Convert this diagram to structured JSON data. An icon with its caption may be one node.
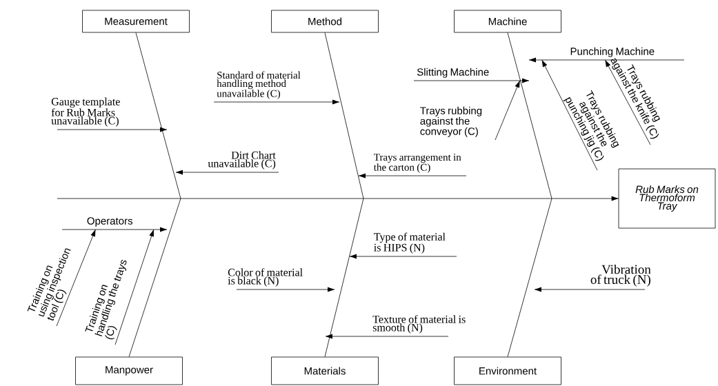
{
  "diagram": {
    "nodes": [
      {
        "text": [
          "Measurement"
        ]
      },
      {
        "text": [
          "Method"
        ]
      },
      {
        "text": [
          "Machine"
        ]
      },
      {
        "text": [
          "Punching Machine"
        ]
      },
      {
        "text": [
          "Slitting Machine"
        ]
      },
      {
        "text": [
          "Standard of material handling method unavailable (C)"
        ]
      },
      {
        "text": [
          "Gauge template for Rub Marks unavailable (C)"
        ]
      },
      {
        "text": [
          "Trays rubbing against the conveyor (C)"
        ]
      },
      {
        "text": [
          "Trays rubbing against the punching jig (C)"
        ]
      },
      {
        "text": [
          "Trays rubbing against the knife (C)"
        ]
      },
      {
        "text": [
          "Dirt Chart unavailable (C)"
        ]
      },
      {
        "text": [
          "Trays arrangement in the carton (C)"
        ]
      },
      {
        "text": [
          "Rub Marks on Thermoform Tray"
        ]
      },
      {
        "text": [
          "Operators"
        ]
      },
      {
        "text": [
          "Type of material is HIPS (N)"
        ]
      },
      {
        "text": [
          "Vibration of truck (N)"
        ]
      },
      {
        "text": [
          "Color of material is black (N)"
        ]
      },
      {
        "text": [
          "Training on using inspection tool (C)"
        ]
      },
      {
        "text": [
          "Training on handling the trays (C)"
        ]
      },
      {
        "text": [
          "Texture of material is smooth (N)"
        ]
      },
      {
        "text": [
          "Manpower"
        ]
      },
      {
        "text": [
          "Materials"
        ]
      },
      {
        "text": [
          "Environment"
        ]
      }
    ],
    "edges": [
      {
        "from": null,
        "to": 12,
        "arrow": "to"
      },
      {
        "from": 0,
        "to": null,
        "arrow": "none"
      },
      {
        "from": 1,
        "to": null,
        "arrow": "none"
      },
      {
        "from": 2,
        "to": null,
        "arrow": "none"
      },
      {
        "from": 20,
        "to": null,
        "arrow": "none"
      },
      {
        "from": 21,
        "to": null,
        "arrow": "none"
      },
      {
        "from": 22,
        "to": null,
        "arrow": "none"
      },
      {
        "from": 6,
        "to": null,
        "arrow": "to"
      },
      {
        "from": 10,
        "to": null,
        "arrow": "to"
      },
      {
        "from": 5,
        "to": null,
        "arrow": "to"
      },
      {
        "from": 11,
        "to": null,
        "arrow": "to"
      },
      {
        "from": 4,
        "to": null,
        "arrow": "to"
      },
      {
        "from": 7,
        "to": 4,
        "arrow": "to"
      },
      {
        "from": 3,
        "to": null,
        "arrow": "to"
      },
      {
        "from": 8,
        "to": 3,
        "arrow": "to"
      },
      {
        "from": 9,
        "to": 3,
        "arrow": "to"
      },
      {
        "from": 13,
        "to": null,
        "arrow": "to"
      },
      {
        "from": 17,
        "to": 13,
        "arrow": "to"
      },
      {
        "from": 18,
        "to": 13,
        "arrow": "to"
      },
      {
        "from": 14,
        "to": null,
        "arrow": "to"
      },
      {
        "from": 16,
        "to": null,
        "arrow": "to"
      },
      {
        "from": 19,
        "to": null,
        "arrow": "to"
      },
      {
        "from": 15,
        "to": null,
        "arrow": "to"
      }
    ]
  }
}
